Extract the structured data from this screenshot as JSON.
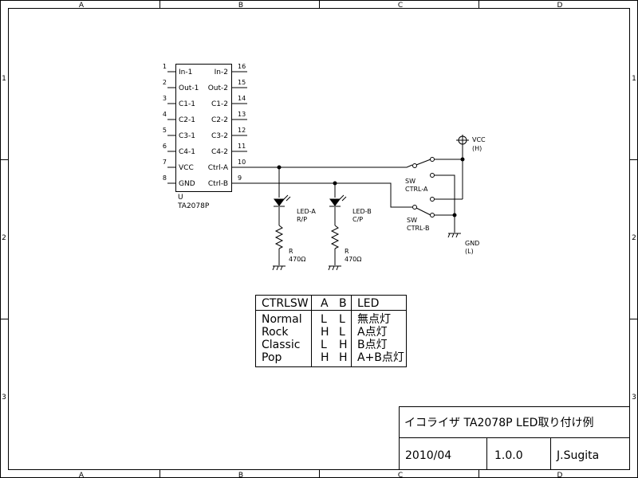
{
  "frame": {
    "columns": [
      "A",
      "B",
      "C",
      "D"
    ],
    "rows": [
      "1",
      "2",
      "3"
    ]
  },
  "ic": {
    "designator": "U",
    "part": "TA2078P",
    "left_pins": [
      {
        "num": "1",
        "name": "In-1"
      },
      {
        "num": "2",
        "name": "Out-1"
      },
      {
        "num": "3",
        "name": "C1-1"
      },
      {
        "num": "4",
        "name": "C2-1"
      },
      {
        "num": "5",
        "name": "C3-1"
      },
      {
        "num": "6",
        "name": "C4-1"
      },
      {
        "num": "7",
        "name": "VCC"
      },
      {
        "num": "8",
        "name": "GND"
      }
    ],
    "right_pins": [
      {
        "num": "16",
        "name": "In-2"
      },
      {
        "num": "15",
        "name": "Out-2"
      },
      {
        "num": "14",
        "name": "C1-2"
      },
      {
        "num": "13",
        "name": "C2-2"
      },
      {
        "num": "12",
        "name": "C3-2"
      },
      {
        "num": "11",
        "name": "C4-2"
      },
      {
        "num": "10",
        "name": "Ctrl-A"
      },
      {
        "num": "9",
        "name": "Ctrl-B"
      }
    ]
  },
  "leds": {
    "a": {
      "name": "LED-A",
      "sub": "R/P"
    },
    "b": {
      "name": "LED-B",
      "sub": "C/P"
    }
  },
  "resistors": {
    "a": {
      "name": "R",
      "value": "470Ω"
    },
    "b": {
      "name": "R",
      "value": "470Ω"
    }
  },
  "switches": {
    "a": {
      "name": "SW",
      "label": "CTRL-A"
    },
    "b": {
      "name": "SW",
      "label": "CTRL-B"
    }
  },
  "power": {
    "vcc": "VCC",
    "vcc_level": "(H)",
    "gnd": "GND",
    "gnd_level": "(L)"
  },
  "truth_table": {
    "headers": [
      "CTRLSW",
      "A",
      "B",
      "LED"
    ],
    "rows": [
      {
        "mode": "Normal",
        "a": "L",
        "b": "L",
        "led": "無点灯"
      },
      {
        "mode": "Rock",
        "a": "H",
        "b": "L",
        "led": "A点灯"
      },
      {
        "mode": "Classic",
        "a": "L",
        "b": "H",
        "led": "B点灯"
      },
      {
        "mode": "Pop",
        "a": "H",
        "b": "H",
        "led": "A+B点灯"
      }
    ]
  },
  "title_block": {
    "title": "イコライザ TA2078P LED取り付け例",
    "date": "2010/04",
    "version": "1.0.0",
    "author": "J.Sugita"
  }
}
